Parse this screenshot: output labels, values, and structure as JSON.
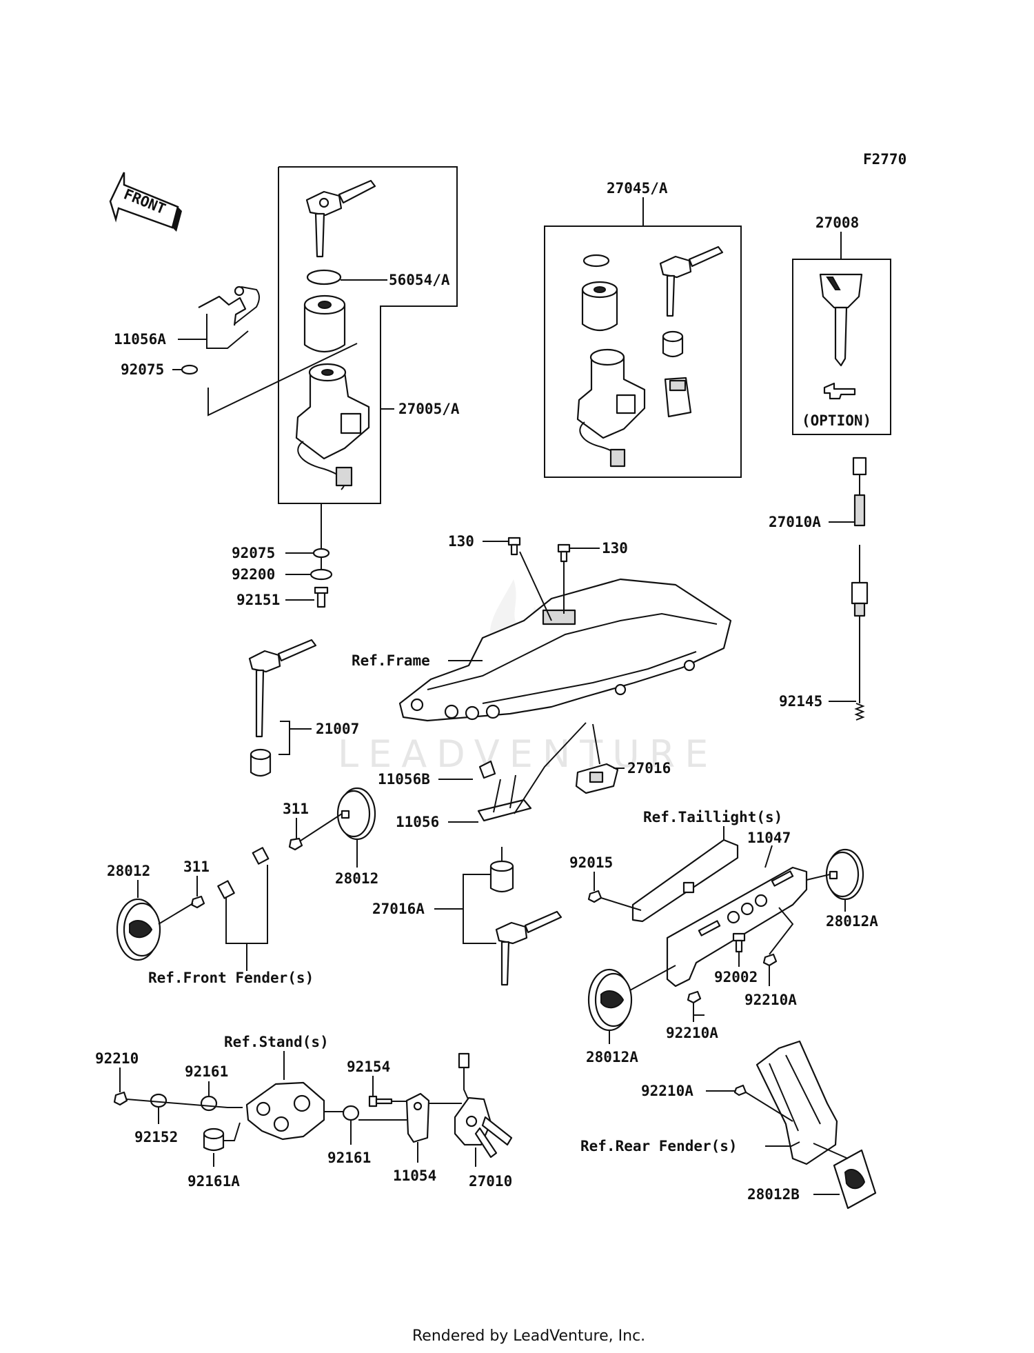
{
  "figure_code": "F2770",
  "front_label": "FRONT",
  "watermark": "LEADVENTURE",
  "footer": "Rendered by LeadVenture, Inc.",
  "labels": {
    "p56054A": "56054/A",
    "p11056A": "11056A",
    "p92075a": "92075",
    "p27005A": "27005/A",
    "p92075b": "92075",
    "p92200": "92200",
    "p92151": "92151",
    "p27045A": "27045/A",
    "p27008": "27008",
    "option": "(OPTION)",
    "p27010A": "27010A",
    "p130a": "130",
    "p130b": "130",
    "refFrame": "Ref.Frame",
    "p92145": "92145",
    "p21007": "21007",
    "p11056B": "11056B",
    "p27016": "27016",
    "p311a": "311",
    "p311b": "311",
    "p11056": "11056",
    "refTaillight": "Ref.Taillight(s)",
    "p11047": "11047",
    "p28012a": "28012",
    "p28012b": "28012",
    "p92015": "92015",
    "p27016A": "27016A",
    "p28012Aa": "28012A",
    "refFrontFender": "Ref.Front Fender(s)",
    "p92002": "92002",
    "p92210Aa": "92210A",
    "p92210Ab": "92210A",
    "p28012Ab": "28012A",
    "refStand": "Ref.Stand(s)",
    "p92210": "92210",
    "p92161a": "92161",
    "p92154": "92154",
    "p92152": "92152",
    "p92161b": "92161",
    "p11054": "11054",
    "p27010": "27010",
    "p92161A": "92161A",
    "p92210Ac": "92210A",
    "refRearFender": "Ref.Rear Fender(s)",
    "p28012B": "28012B"
  }
}
